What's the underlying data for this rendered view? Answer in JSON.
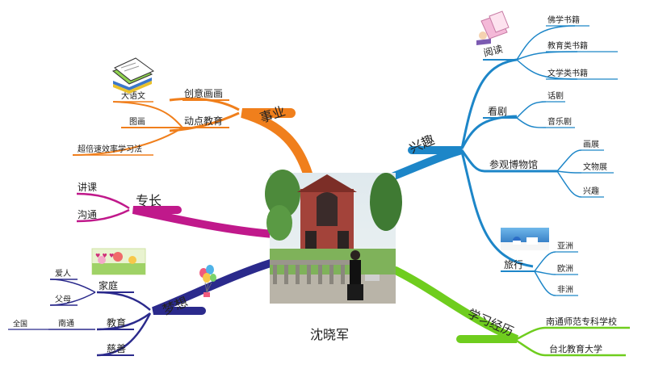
{
  "center": {
    "name": "沈晓军"
  },
  "branches": {
    "career": {
      "label": "事业",
      "color": "#f07f1c",
      "items": [
        "创意画画",
        "动点教育"
      ],
      "sub": [
        "大语文",
        "图画",
        "超倍速效率学习法"
      ]
    },
    "skill": {
      "label": "专长",
      "color": "#c0198b",
      "items": [
        "讲课",
        "沟通"
      ]
    },
    "dream": {
      "label": "梦想",
      "color": "#2b2a8c",
      "items": [
        "家庭",
        "教育",
        "慈善"
      ],
      "family": [
        "爱人",
        "父母"
      ],
      "education": [
        "南通",
        "全国"
      ]
    },
    "interest": {
      "label": "兴趣",
      "color": "#1d86c8",
      "reading": {
        "label": "阅读",
        "items": [
          "佛学书籍",
          "教育类书籍",
          "文学类书籍"
        ]
      },
      "drama": {
        "label": "看剧",
        "items": [
          "话剧",
          "音乐剧"
        ]
      },
      "museum": {
        "label": "参观博物馆",
        "items": [
          "画展",
          "文物展",
          "兴趣"
        ]
      },
      "travel": {
        "label": "旅行",
        "items": [
          "亚洲",
          "欧洲",
          "非洲"
        ]
      }
    },
    "study": {
      "label": "学习经历",
      "color": "#6fcd1e",
      "items": [
        "南通师范专科学校",
        "台北教育大学"
      ]
    }
  }
}
